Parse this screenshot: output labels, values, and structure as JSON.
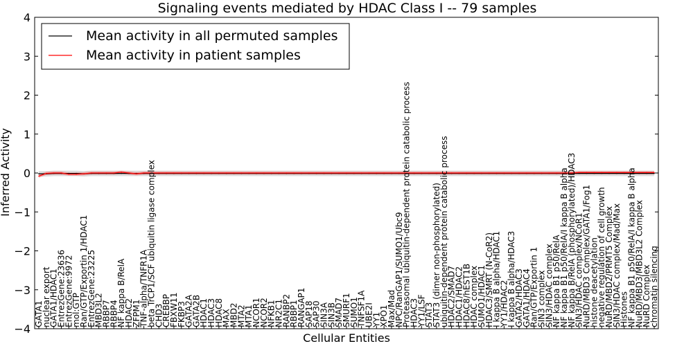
{
  "chart_data": {
    "type": "line",
    "title": "Signaling events mediated by HDAC Class I -- 79 samples",
    "xlabel": "Cellular Entities",
    "ylabel": "Inferred Activity",
    "ylim": [
      -4,
      4
    ],
    "yticks": [
      -4,
      -3,
      -2,
      -1,
      0,
      1,
      2,
      3,
      4
    ],
    "legend_position": "top-left",
    "grid": false,
    "colors": {
      "permuted": "#000000",
      "patient": "#ff0000",
      "patient_band": "#f08080",
      "permuted_band": "#c0c0c0"
    },
    "categories": [
      "GATA1",
      "nuclear export",
      "GATA1/HDAC1",
      "EntrezGene:23636",
      "EntrezGene:9972",
      "mol:GTP",
      "Ran/GTP/Exportin 1/HDAC1",
      "EntrezGene:23225",
      "MBD3L2",
      "RBBP7",
      "RBBP4",
      "NF kappa B/RelA",
      "HDAC2",
      "ZFPM1",
      "TNF-alpha/TNFR1A",
      "beta TrCP1/SCF ubiquitin ligase complex",
      "CHD3",
      "CREBBP",
      "FBXW11",
      "FKBP3",
      "GATA2A",
      "GATA2B",
      "HDAC1",
      "HDAC3",
      "HDAC8",
      "MAX",
      "MBD2",
      "MTA2",
      "MTA1",
      "NCOR1",
      "NCOR2",
      "NFKB1",
      "NR2C1",
      "RANBP2",
      "RBBP1",
      "RANGAP1",
      "SAP18",
      "SAP30",
      "SIN3A",
      "SIN3B",
      "SMAD7",
      "SMURF1",
      "SUMO1",
      "TNFSF1A",
      "UBE2I",
      "YY1",
      "XPO1",
      "Max/Mad",
      "NPC/RanGAP1/SUMO1/Ubc9",
      "Proteasomal ubiquitin-dependent protein catabolic process",
      "HDAC3",
      "YY1/LSF",
      "STAT3",
      "STAT3 (dimer non-phosphorylated)",
      "ubiquitin-dependent protein catabolic process",
      "HDAC2/SMAD7",
      "HDAC1/HDAC2",
      "HDAC8/hEST1B",
      "HDAC complex",
      "SUMO1/HDAC1",
      "HDAC3/SMRT (N-CoR2)",
      "I kappa B alpha/HDAC1",
      "YY1/HDAC2",
      "I kappa B alpha/HDAC3",
      "GATA2/HDAC3",
      "GATA1/HDAC4",
      "Ran/GTP/Exportin 1",
      "SIN3 complex",
      "SIN3/HDAC complex",
      "NF kappa B1 p50/RelA",
      "NF kappa B1 p50/RelA/I kappa B alpha",
      "NF kappa B/RelA (phosphorylated)/HDAC3",
      "SIN3/HDAC complex/NCoR1",
      "NuRD/MBD3 Complex/GATA1/Fog1",
      "histone deacetylation",
      "negative regulation of cell growth",
      "NuRD/MBD2/PRMT5 Complex",
      "SIN3/HDAC complex/Mad/Max",
      "Histones",
      "NF kappa B1 p50/RelA/I kappa B alpha",
      "NuRD/MBD3/MBD3L2 Complex",
      "NuRD Complex",
      "chromatin silencing"
    ],
    "series": [
      {
        "name": "Mean activity in all permuted samples",
        "values": [
          -0.02,
          -0.02,
          -0.01,
          -0.01,
          -0.01,
          -0.01,
          -0.02,
          -0.01,
          -0.01,
          -0.01,
          -0.01,
          -0.01,
          -0.01,
          -0.01,
          -0.01,
          -0.01,
          -0.01,
          -0.01,
          -0.01,
          -0.01,
          -0.01,
          -0.01,
          -0.01,
          -0.01,
          -0.01,
          -0.01,
          -0.01,
          -0.01,
          -0.01,
          -0.01,
          -0.01,
          -0.01,
          -0.01,
          -0.01,
          -0.01,
          -0.01,
          -0.01,
          -0.01,
          -0.01,
          -0.01,
          -0.01,
          -0.01,
          -0.01,
          -0.01,
          -0.01,
          -0.01,
          -0.01,
          -0.01,
          -0.01,
          -0.01,
          -0.01,
          -0.01,
          -0.01,
          -0.01,
          -0.01,
          -0.01,
          -0.01,
          -0.01,
          -0.01,
          -0.01,
          -0.01,
          -0.01,
          -0.01,
          -0.01,
          -0.01,
          -0.01,
          -0.01,
          -0.01,
          -0.01,
          -0.01,
          -0.01,
          -0.01,
          -0.01,
          -0.01,
          -0.01,
          -0.01,
          -0.01,
          -0.01,
          -0.01,
          -0.01,
          -0.01,
          -0.01,
          -0.01
        ]
      },
      {
        "name": "Mean activity in patient samples",
        "values": [
          -0.08,
          -0.01,
          0.0,
          0.0,
          -0.03,
          -0.03,
          -0.02,
          0.0,
          0.0,
          0.0,
          0.0,
          0.02,
          0.0,
          -0.02,
          0.0,
          0.0,
          0.0,
          0.0,
          0.0,
          0.0,
          0.0,
          0.0,
          0.0,
          0.0,
          0.0,
          0.0,
          0.0,
          0.0,
          0.0,
          0.0,
          0.0,
          0.0,
          0.0,
          0.0,
          0.0,
          0.0,
          0.0,
          0.0,
          0.0,
          0.0,
          0.0,
          0.0,
          0.0,
          0.0,
          0.0,
          0.0,
          0.0,
          0.0,
          0.0,
          0.0,
          0.0,
          0.0,
          0.0,
          0.0,
          0.0,
          0.0,
          0.0,
          0.0,
          0.0,
          0.0,
          0.0,
          0.0,
          0.0,
          0.0,
          0.0,
          0.0,
          0.0,
          0.0,
          0.0,
          0.0,
          0.0,
          0.0,
          0.01,
          0.01,
          0.01,
          0.01,
          0.01,
          0.01,
          0.01,
          0.01,
          0.01,
          0.01,
          0.01
        ]
      }
    ]
  }
}
